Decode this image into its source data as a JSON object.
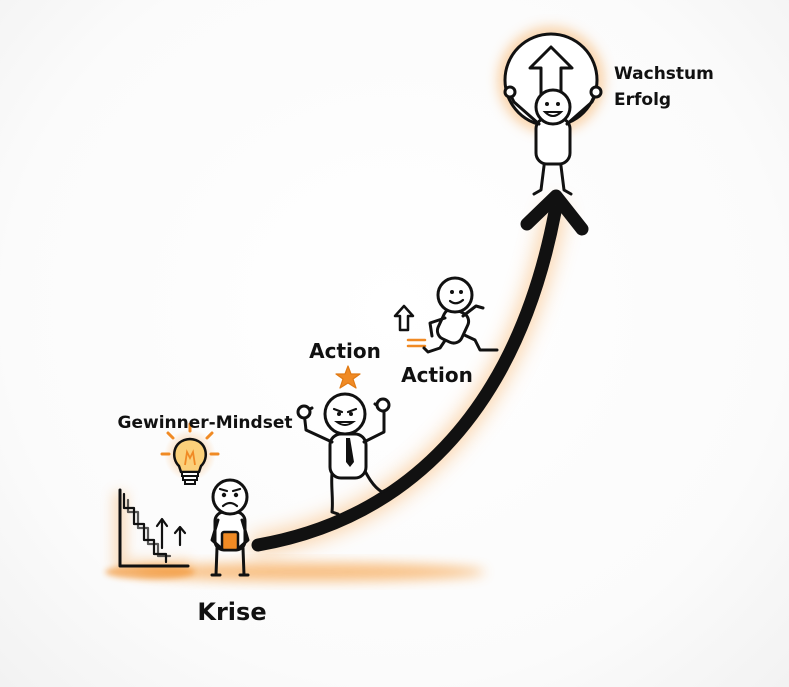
{
  "labels": {
    "crisis": "Krise",
    "mindset": "Gewinner-Mindset",
    "action_1": "Action",
    "action_2": "Action",
    "goal_line1": "Wachstum",
    "goal_line2": "Erfolg"
  },
  "colors": {
    "accent": "#f08a24",
    "glow": "#f7a54d",
    "ink": "#111111"
  },
  "icons": {
    "mindset": "light-bulb-icon",
    "action": "star-icon",
    "speed": "up-arrow-icon",
    "goal": "circle-up-arrow-icon",
    "decline": "declining-stairs-icon"
  }
}
